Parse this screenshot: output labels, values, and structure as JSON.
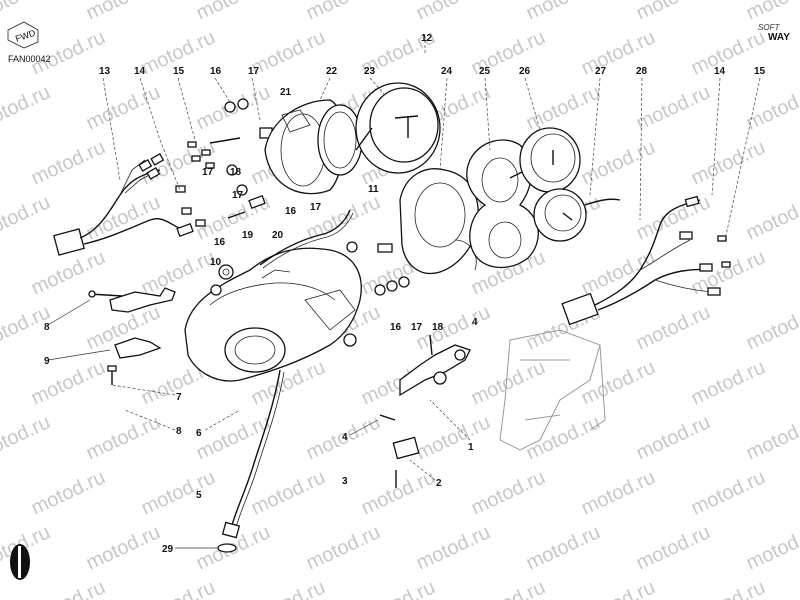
{
  "diagram": {
    "code": "FAN00042",
    "logo_text": "FWD",
    "brand_top": "SOFT",
    "brand_bottom": "WAY",
    "watermark": "motod.ru",
    "callouts": {
      "c1": "1",
      "c2": "2",
      "c3": "3",
      "c4a": "4",
      "c4b": "4",
      "c5": "5",
      "c6": "6",
      "c7": "7",
      "c8a": "8",
      "c8b": "8",
      "c9": "9",
      "c10": "10",
      "c11": "11",
      "c12": "12",
      "c13": "13",
      "c14a": "14",
      "c14b": "14",
      "c15a": "15",
      "c15b": "15",
      "c16a": "16",
      "c16b": "16",
      "c16c": "16",
      "c16d": "16",
      "c17a": "17",
      "c17b": "17",
      "c17c": "17",
      "c17d": "17",
      "c18a": "18",
      "c18b": "18",
      "c19": "19",
      "c20": "20",
      "c21": "21",
      "c22": "22",
      "c23": "23",
      "c24": "24",
      "c25": "25",
      "c26": "26",
      "c27": "27",
      "c28": "28",
      "c29": "29"
    }
  }
}
